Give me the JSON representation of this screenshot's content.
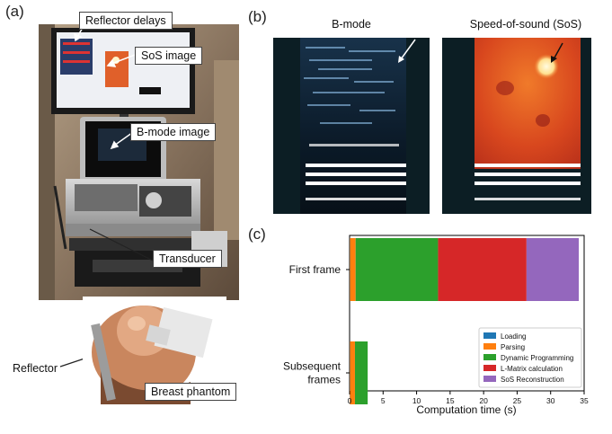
{
  "panels": {
    "a": "(a)",
    "b": "(b)",
    "c": "(c)"
  },
  "panel_a": {
    "callouts": {
      "reflector_delays": "Reflector delays",
      "sos_image": "SoS image",
      "bmode_image": "B-mode image",
      "transducer": "Transducer",
      "breast_phantom": "Breast phantom"
    },
    "reflector_label": "Reflector"
  },
  "panel_b": {
    "bmode_title": "B-mode",
    "sos_title": "Speed-of-sound (SoS)"
  },
  "chart_data": {
    "type": "bar",
    "orientation": "horizontal",
    "stacked": true,
    "categories": [
      "First frame",
      "Subsequent\nframes"
    ],
    "category_lines": [
      [
        "First frame"
      ],
      [
        "Subsequent",
        "frames"
      ]
    ],
    "xlabel": "Computation time (s)",
    "ylabel": "",
    "xlim": [
      0,
      35
    ],
    "xticks": [
      0,
      5,
      10,
      15,
      20,
      25,
      30,
      35
    ],
    "grid": false,
    "legend_position": "lower-right",
    "series": [
      {
        "name": "Loading",
        "color": "#1f77b4",
        "values": [
          0.05,
          0.05
        ]
      },
      {
        "name": "Parsing",
        "color": "#ff7f0e",
        "values": [
          0.85,
          0.75
        ]
      },
      {
        "name": "Dynamic Programming",
        "color": "#2ca02c",
        "values": [
          12.3,
          1.9
        ]
      },
      {
        "name": "L-Matrix calculation",
        "color": "#d62728",
        "values": [
          13.2,
          0
        ]
      },
      {
        "name": "SoS Reconstruction",
        "color": "#9467bd",
        "values": [
          7.8,
          0
        ]
      }
    ]
  }
}
